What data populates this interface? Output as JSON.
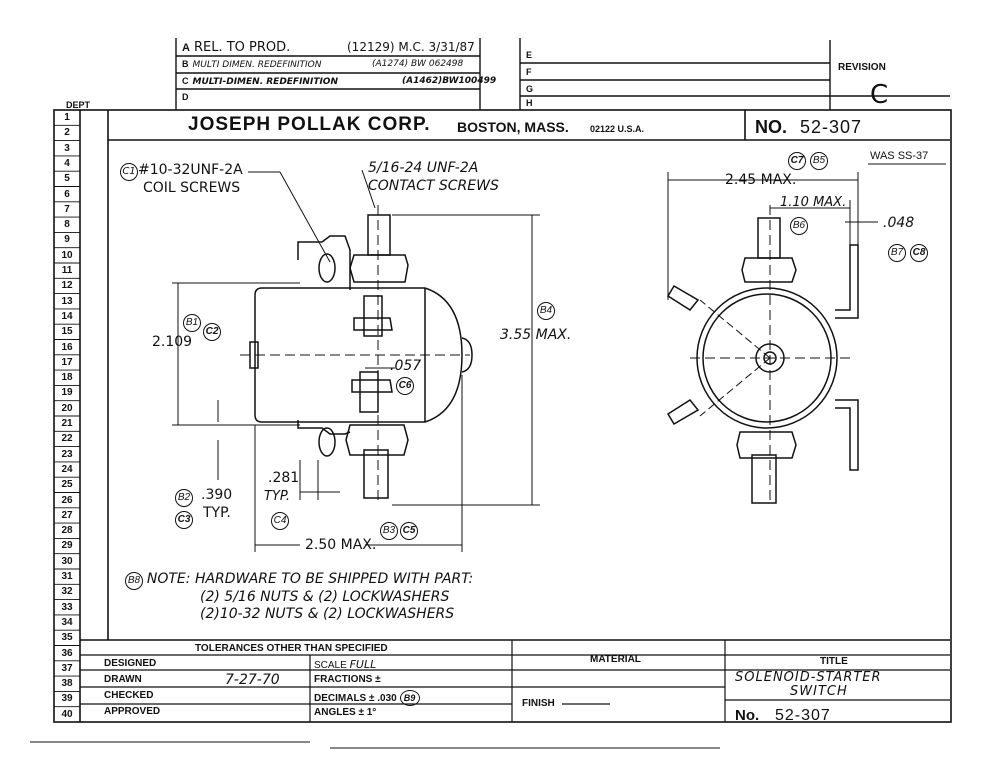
{
  "revisions": [
    {
      "letter": "A",
      "text": "REL. TO PROD.",
      "ref": "(12129) M.C. 3/31/87"
    },
    {
      "letter": "B",
      "text": "MULTI DIMEN. REDEFINITION",
      "ref": "(A1274) BW 062498"
    },
    {
      "letter": "C",
      "text": "MULTI-DIMEN. REDEFINITION",
      "ref": "(A1462)BW100499"
    },
    {
      "letter": "D",
      "text": "",
      "ref": ""
    }
  ],
  "revisions_right": [
    "E",
    "F",
    "G",
    "H"
  ],
  "revision_label": "REVISION",
  "revision_value": "C",
  "dept_label": "DEPT",
  "company": "JOSEPH POLLAK CORP.",
  "location": "BOSTON, MASS.",
  "zip": "02122 U.S.A.",
  "number_label": "NO.",
  "number": "52-307",
  "was": "WAS SS-37",
  "line_numbers": [
    "1",
    "2",
    "3",
    "4",
    "5",
    "6",
    "7",
    "8",
    "9",
    "10",
    "11",
    "12",
    "13",
    "14",
    "15",
    "16",
    "17",
    "18",
    "19",
    "20",
    "21",
    "22",
    "23",
    "24",
    "25",
    "26",
    "27",
    "28",
    "29",
    "30",
    "31",
    "32",
    "33",
    "34",
    "35",
    "36",
    "37",
    "38",
    "39",
    "40"
  ],
  "callouts": {
    "coil_screws_line1": "#10-32UNF-2A",
    "coil_screws_line2": "COIL SCREWS",
    "contact_screws_line1": "5/16-24 UNF-2A",
    "contact_screws_line2": "CONTACT SCREWS",
    "dim_2109": "2.109",
    "dim_355": "3.55 MAX.",
    "dim_057": ".057",
    "dim_281": ".281",
    "dim_281_typ": "TYP.",
    "dim_390": ".390",
    "dim_390_typ": "TYP.",
    "dim_250": "2.50 MAX.",
    "dim_245": "2.45 MAX.",
    "dim_110": "1.10 MAX.",
    "dim_048": ".048"
  },
  "balloons": {
    "c1": "C1",
    "b1": "B1",
    "c2": "C2",
    "b4": "B4",
    "c6": "C6",
    "b2": "B2",
    "c3": "C3",
    "c4": "C4",
    "b3": "B3",
    "c5": "C5",
    "c7": "C7",
    "b5": "B5",
    "b6": "B6",
    "b7": "B7",
    "c8": "C8",
    "b8": "B8",
    "b9": "B9"
  },
  "note": {
    "line1": "NOTE: HARDWARE TO BE SHIPPED WITH PART:",
    "line2": "(2) 5/16 NUTS & (2) LOCKWASHERS",
    "line3": "(2)10-32 NUTS & (2) LOCKWASHERS"
  },
  "title_block": {
    "tolerances": "TOLERANCES OTHER THAN SPECIFIED",
    "designed": "DESIGNED",
    "drawn": "DRAWN",
    "drawn_date": "7-27-70",
    "checked": "CHECKED",
    "approved": "APPROVED",
    "scale": "SCALE",
    "scale_value": "FULL",
    "fractions": "FRACTIONS ±",
    "decimals": "DECIMALS ± .030",
    "angles": "ANGLES ± 1°",
    "material": "MATERIAL",
    "finish": "FINISH",
    "title_label": "TITLE",
    "title_line1": "SOLENOID-STARTER",
    "title_line2": "SWITCH",
    "no_label": "No.",
    "no_value": "52-307"
  }
}
